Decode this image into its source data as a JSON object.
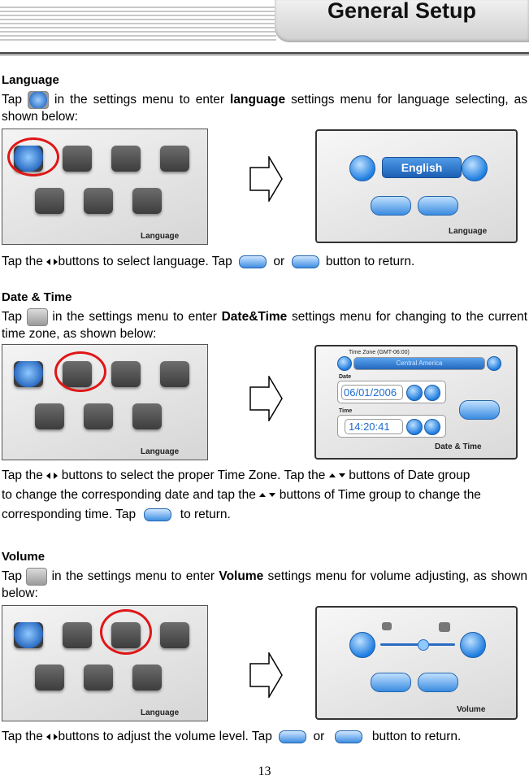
{
  "header": {
    "title": "General Setup"
  },
  "language": {
    "heading": "Language",
    "p1_before": "Tap",
    "p1_mid": "in the settings menu to enter",
    "p1_bold": "language",
    "p1_after": "settings menu for language selecting, as shown below:",
    "screen_label": "Language",
    "result_value": "English",
    "result_label": "Language",
    "t_before": "Tap the",
    "t_mid": "buttons to select language. Tap",
    "t_or": "or",
    "t_after": "button to return."
  },
  "datetime": {
    "heading": "Date & Time",
    "p1_before": "Tap",
    "p1_mid": "in the settings menu to enter",
    "p1_bold": "Date&Time",
    "p1_after": "settings menu for changing to the current time zone, as shown below:",
    "screen_label": "Language",
    "tz_label": "Time Zone",
    "tz_gmt": "(GMT-06:00)",
    "tz_value": "Central America",
    "date_label": "Date",
    "date_value": "06/01/2006",
    "time_label": "Time",
    "time_value": "14:20:41",
    "result_label": "Date & Time",
    "l1_a": "Tap the",
    "l1_b": "buttons to select the proper Time Zone. Tap the",
    "l1_c": "buttons of Date group",
    "l2_a": "to change the corresponding date and tap the",
    "l2_b": "buttons of Time group to change the",
    "l3_a": "corresponding time. Tap",
    "l3_b": "to return."
  },
  "volume": {
    "heading": "Volume",
    "p1_before": "Tap",
    "p1_mid": "in the settings menu to enter",
    "p1_bold": "Volume",
    "p1_after": "settings menu for volume adjusting, as shown below:",
    "screen_label": "Language",
    "result_label": "Volume",
    "t_before": "Tap the",
    "t_mid": "buttons to adjust the volume level. Tap",
    "t_or": "or",
    "t_after": "button to return."
  },
  "page_number": "13",
  "colors": {
    "accent": "#2a7de0",
    "highlight_circle": "#e01616"
  }
}
